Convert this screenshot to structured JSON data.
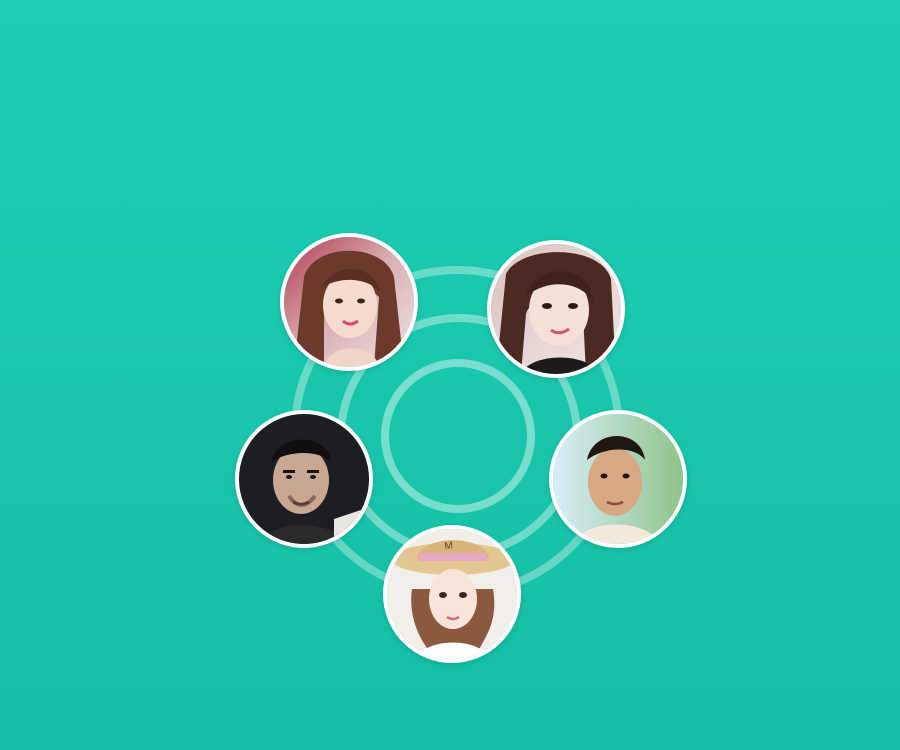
{
  "screen": {
    "background_color": "#1ac9af",
    "ring_color": "#ffffff"
  },
  "avatars": [
    {
      "name": "woman-long-hair-selfie",
      "icon": "user-avatar-icon",
      "accent": "#b0405a"
    },
    {
      "name": "woman-dark-hair-smile",
      "icon": "user-avatar-icon",
      "accent": "#e8c8c0"
    },
    {
      "name": "man-dark-portrait",
      "icon": "user-avatar-icon",
      "accent": "#1f1f22"
    },
    {
      "name": "man-light-background",
      "icon": "user-avatar-icon",
      "accent": "#c9e4f2"
    },
    {
      "name": "woman-straw-hat",
      "icon": "user-avatar-icon",
      "accent": "#e7d1a8"
    }
  ]
}
